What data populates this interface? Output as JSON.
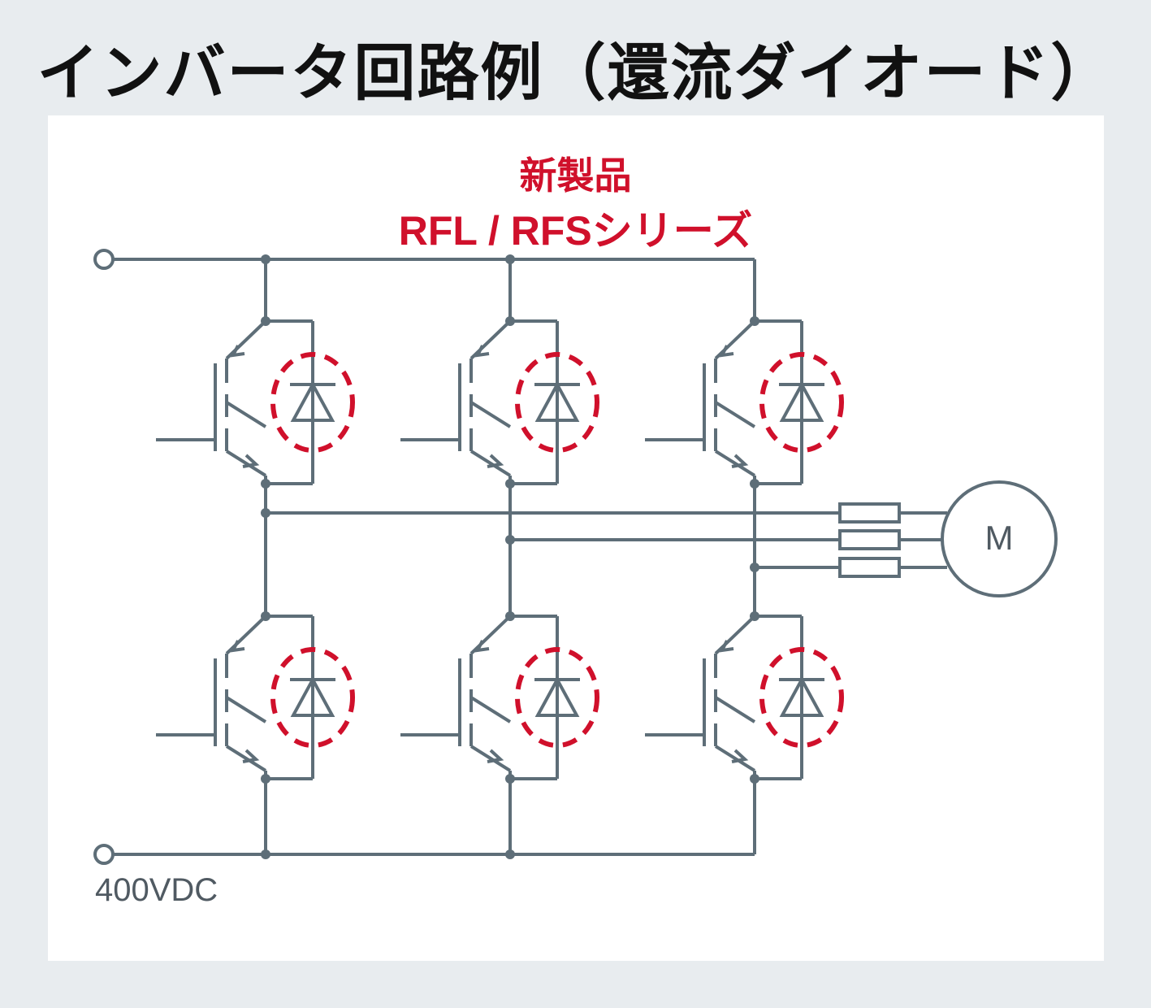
{
  "title": "インバータ回路例（還流ダイオード）",
  "highlight": {
    "line1": "新製品",
    "line2": "RFL / RFSシリーズ"
  },
  "supply_label": "400VDC",
  "motor_label": "M",
  "colors": {
    "wire": "#5e6e78",
    "highlight": "#d0102b",
    "background": "#e8ecef",
    "panel": "#ffffff"
  }
}
